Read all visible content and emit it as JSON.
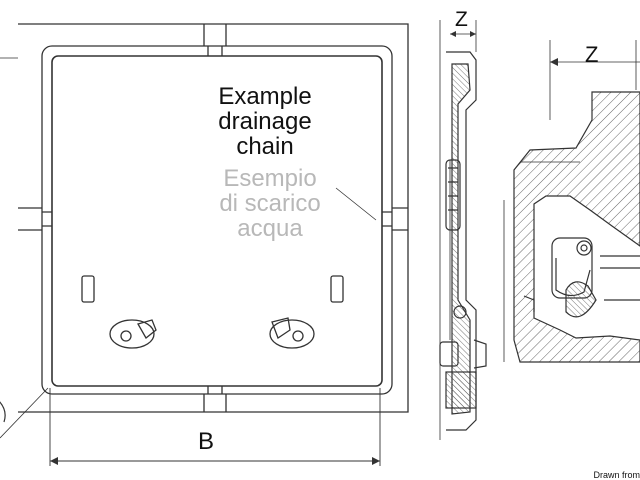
{
  "callout": {
    "english": [
      "Example",
      "drainage",
      "chain"
    ],
    "italian": [
      "Esempio",
      "di scarico",
      "acqua"
    ]
  },
  "dimensions": {
    "width_label": "B",
    "depth_label_small": "Z",
    "depth_label_large": "Z"
  },
  "footer": {
    "credit": "Drawn from"
  },
  "colors": {
    "line": "#333333",
    "label_english": "#111111",
    "label_italian": "#b8b8b8",
    "hatch": "#666666"
  }
}
